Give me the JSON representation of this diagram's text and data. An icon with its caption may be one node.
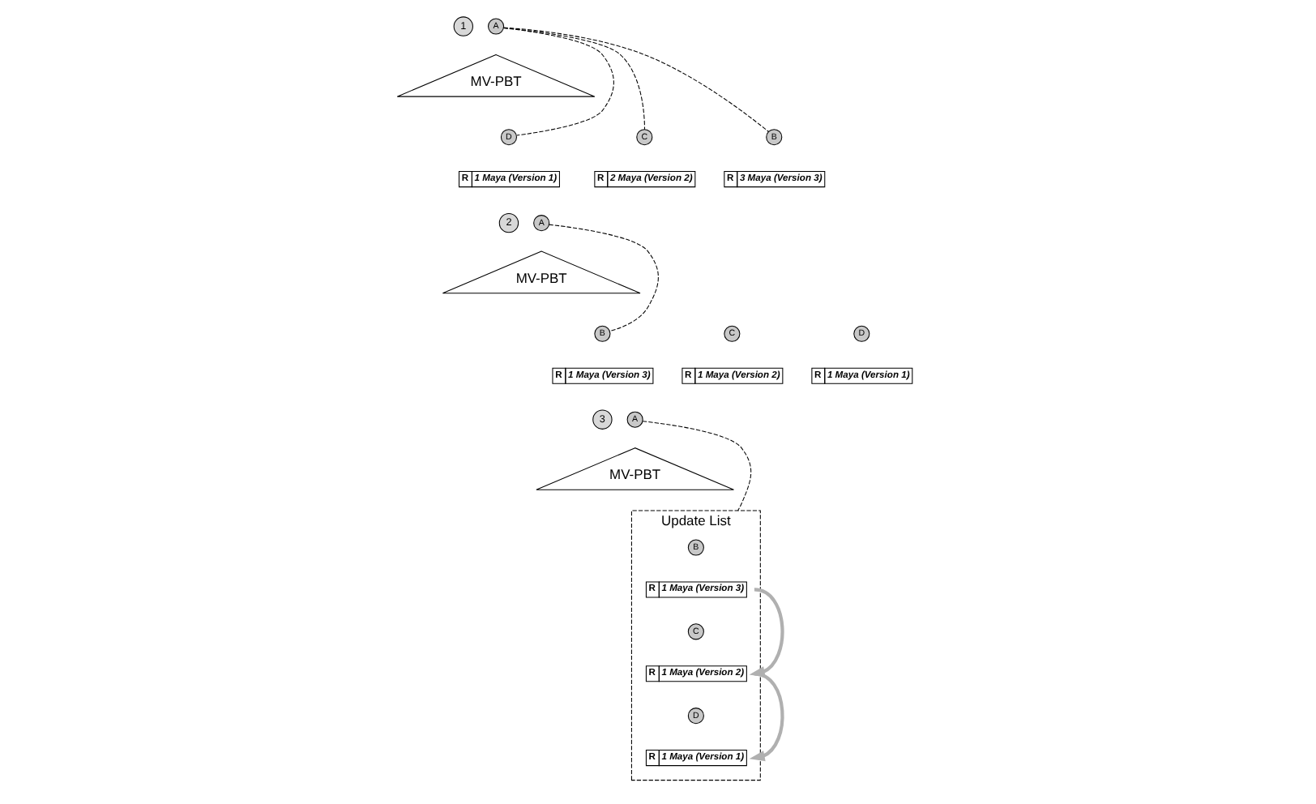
{
  "diagram": {
    "nodes": [
      {
        "text": [
          "1"
        ]
      },
      {
        "text": [
          "A"
        ]
      },
      {
        "text": [
          "MV-PBT"
        ]
      },
      {
        "text": [
          "D"
        ]
      },
      {
        "text": [
          "R",
          "1 Maya (Version 1)"
        ]
      },
      {
        "text": [
          "C"
        ]
      },
      {
        "text": [
          "R",
          "2 Maya (Version 2)"
        ]
      },
      {
        "text": [
          "B"
        ]
      },
      {
        "text": [
          "R",
          "3 Maya (Version 3)"
        ]
      },
      {
        "text": [
          "2"
        ]
      },
      {
        "text": [
          "A"
        ]
      },
      {
        "text": [
          "MV-PBT"
        ]
      },
      {
        "text": [
          "B"
        ]
      },
      {
        "text": [
          "R",
          "1 Maya (Version 3)"
        ]
      },
      {
        "text": [
          "C"
        ]
      },
      {
        "text": [
          "R",
          "1 Maya (Version 2)"
        ]
      },
      {
        "text": [
          "D"
        ]
      },
      {
        "text": [
          "R",
          "1 Maya (Version 1)"
        ]
      },
      {
        "text": [
          "3"
        ]
      },
      {
        "text": [
          "A"
        ]
      },
      {
        "text": [
          "MV-PBT"
        ]
      },
      {
        "text": [
          "Update List"
        ]
      },
      {
        "text": [
          "B"
        ],
        "in": 21
      },
      {
        "text": [
          "R",
          "1 Maya (Version 3)"
        ],
        "in": 21
      },
      {
        "text": [
          "C"
        ],
        "in": 21
      },
      {
        "text": [
          "R",
          "1 Maya (Version 2)"
        ],
        "in": 21
      },
      {
        "text": [
          "D"
        ],
        "in": 21
      },
      {
        "text": [
          "R",
          "1 Maya (Version 1)"
        ],
        "in": 21
      }
    ],
    "edges": [
      {
        "from": 1,
        "to": 3,
        "arrow": "none",
        "style": "dashed"
      },
      {
        "from": 1,
        "to": 5,
        "arrow": "none",
        "style": "dashed"
      },
      {
        "from": 1,
        "to": 7,
        "arrow": "none",
        "style": "dashed"
      },
      {
        "from": 10,
        "to": 12,
        "arrow": "none",
        "style": "dashed"
      },
      {
        "from": 19,
        "to": 21,
        "arrow": "none",
        "style": "dashed"
      },
      {
        "from": 23,
        "to": 25,
        "arrow": "to",
        "style": "thick",
        "color": "#b0b0b0"
      },
      {
        "from": 25,
        "to": 27,
        "arrow": "to",
        "style": "thick",
        "color": "#b0b0b0"
      }
    ]
  }
}
